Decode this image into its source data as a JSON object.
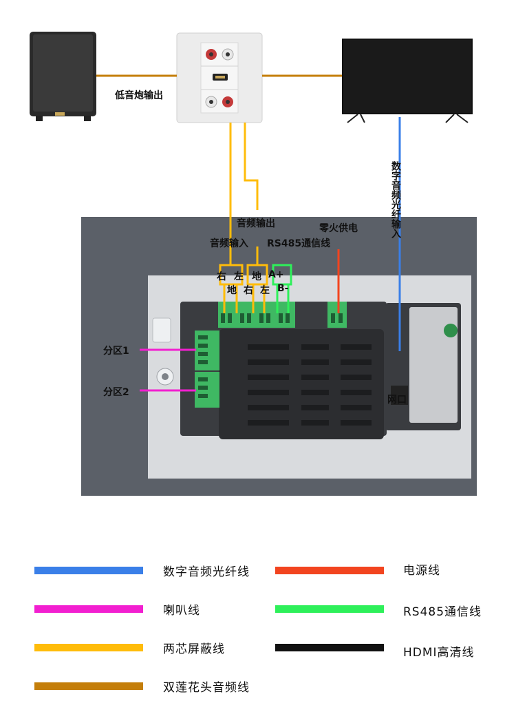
{
  "labels": {
    "subwoofer_output": "低音炮输出",
    "audio_output": "音频输出",
    "audio_input": "音频输入",
    "rs485_line": "RS485通信线",
    "live_neutral_power": "零火供电",
    "digital_optical_input": "数字音频光纤输入",
    "zone1": "分区1",
    "zone2": "分区2",
    "network_port": "网口",
    "terminal_right_1": "右",
    "terminal_left_1": "左",
    "terminal_ground_1": "地",
    "terminal_a_plus": "A+",
    "terminal_ground_2": "地",
    "terminal_right_2": "右",
    "terminal_left_2": "左",
    "terminal_b_minus": "B-"
  },
  "legend": [
    {
      "label": "数字音频光纤线",
      "color": "#3a7fe8"
    },
    {
      "label": "电源线",
      "color": "#f2441f"
    },
    {
      "label": "喇叭线",
      "color": "#f21fd0"
    },
    {
      "label": "RS485通信线",
      "color": "#2ef05a"
    },
    {
      "label": "两芯屏蔽线",
      "color": "#ffbc0a"
    },
    {
      "label": "HDMI高清线",
      "color": "#111111"
    },
    {
      "label": "双莲花头音频线",
      "color": "#c47e0a"
    }
  ]
}
